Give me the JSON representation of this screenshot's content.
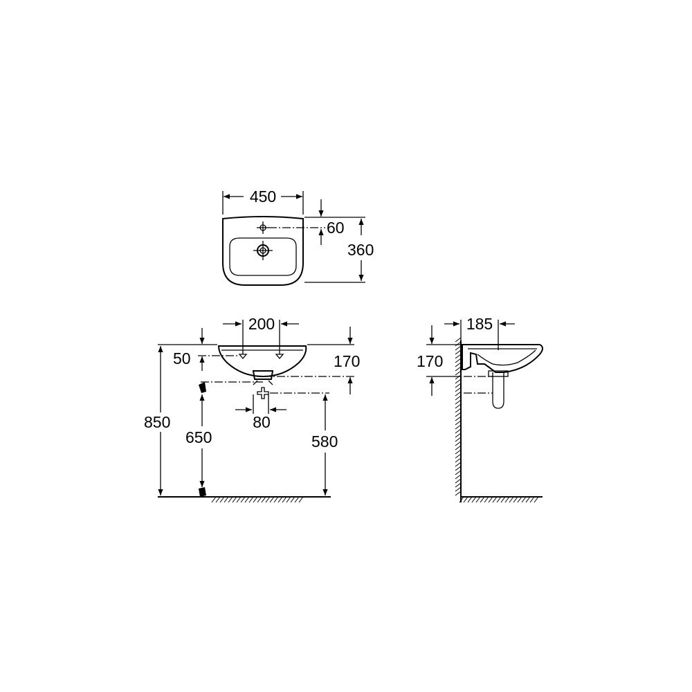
{
  "dimensions": {
    "top_width": "450",
    "top_tap_offset": "60",
    "top_depth": "360",
    "front_tap_spacing": "200",
    "front_rim_to_tap": "50",
    "front_height": "170",
    "front_waste_spacing": "80",
    "front_rim_height": "850",
    "front_bracket_height": "650",
    "front_waste_height": "580",
    "side_projection": "185",
    "side_height": "170"
  }
}
